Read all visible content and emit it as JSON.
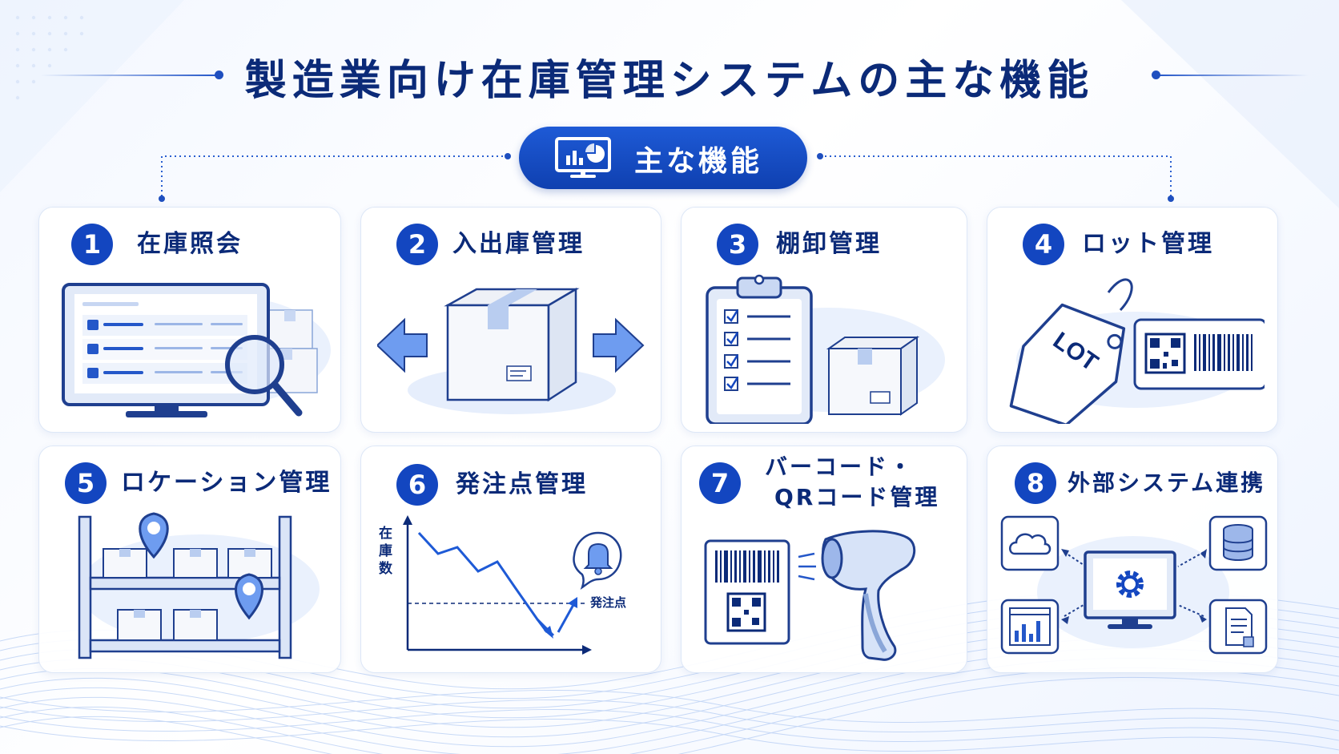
{
  "title": "製造業向け在庫管理システムの主な機能",
  "section_label": "主な機能",
  "features": [
    {
      "number": "1",
      "title": "在庫照会"
    },
    {
      "number": "2",
      "title": "入出庫管理"
    },
    {
      "number": "3",
      "title": "棚卸管理"
    },
    {
      "number": "4",
      "title": "ロット管理"
    },
    {
      "number": "5",
      "title": "ロケーション管理"
    },
    {
      "number": "6",
      "title": "発注点管理"
    },
    {
      "number": "7",
      "title_line1": "バーコード・",
      "title_line2": "QRコード管理"
    },
    {
      "number": "8",
      "title": "外部システム連携"
    }
  ],
  "lot_tag_text": "LOT",
  "order_chart": {
    "y_axis_label": [
      "在",
      "庫",
      "数"
    ],
    "threshold_label": "発注点"
  },
  "colors": {
    "primary": "#1346c0",
    "navy": "#0b2a78",
    "light_blue": "#5b8ef0",
    "card_border": "#dde7f7"
  }
}
